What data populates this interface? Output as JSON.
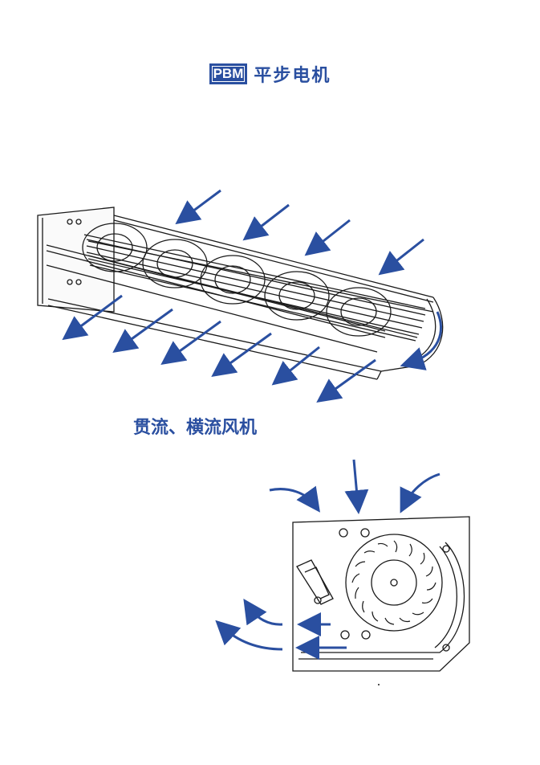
{
  "header": {
    "logo_text": "PBM",
    "brand_name": "平步电机"
  },
  "caption": "贯流、横流风机",
  "colors": {
    "accent": "#2a4fa0",
    "line": "#1a1a1a"
  },
  "icons": [
    "logo-icon",
    "cross-flow-fan-illustration",
    "blower-fan-illustration",
    "airflow-arrow-icon"
  ]
}
